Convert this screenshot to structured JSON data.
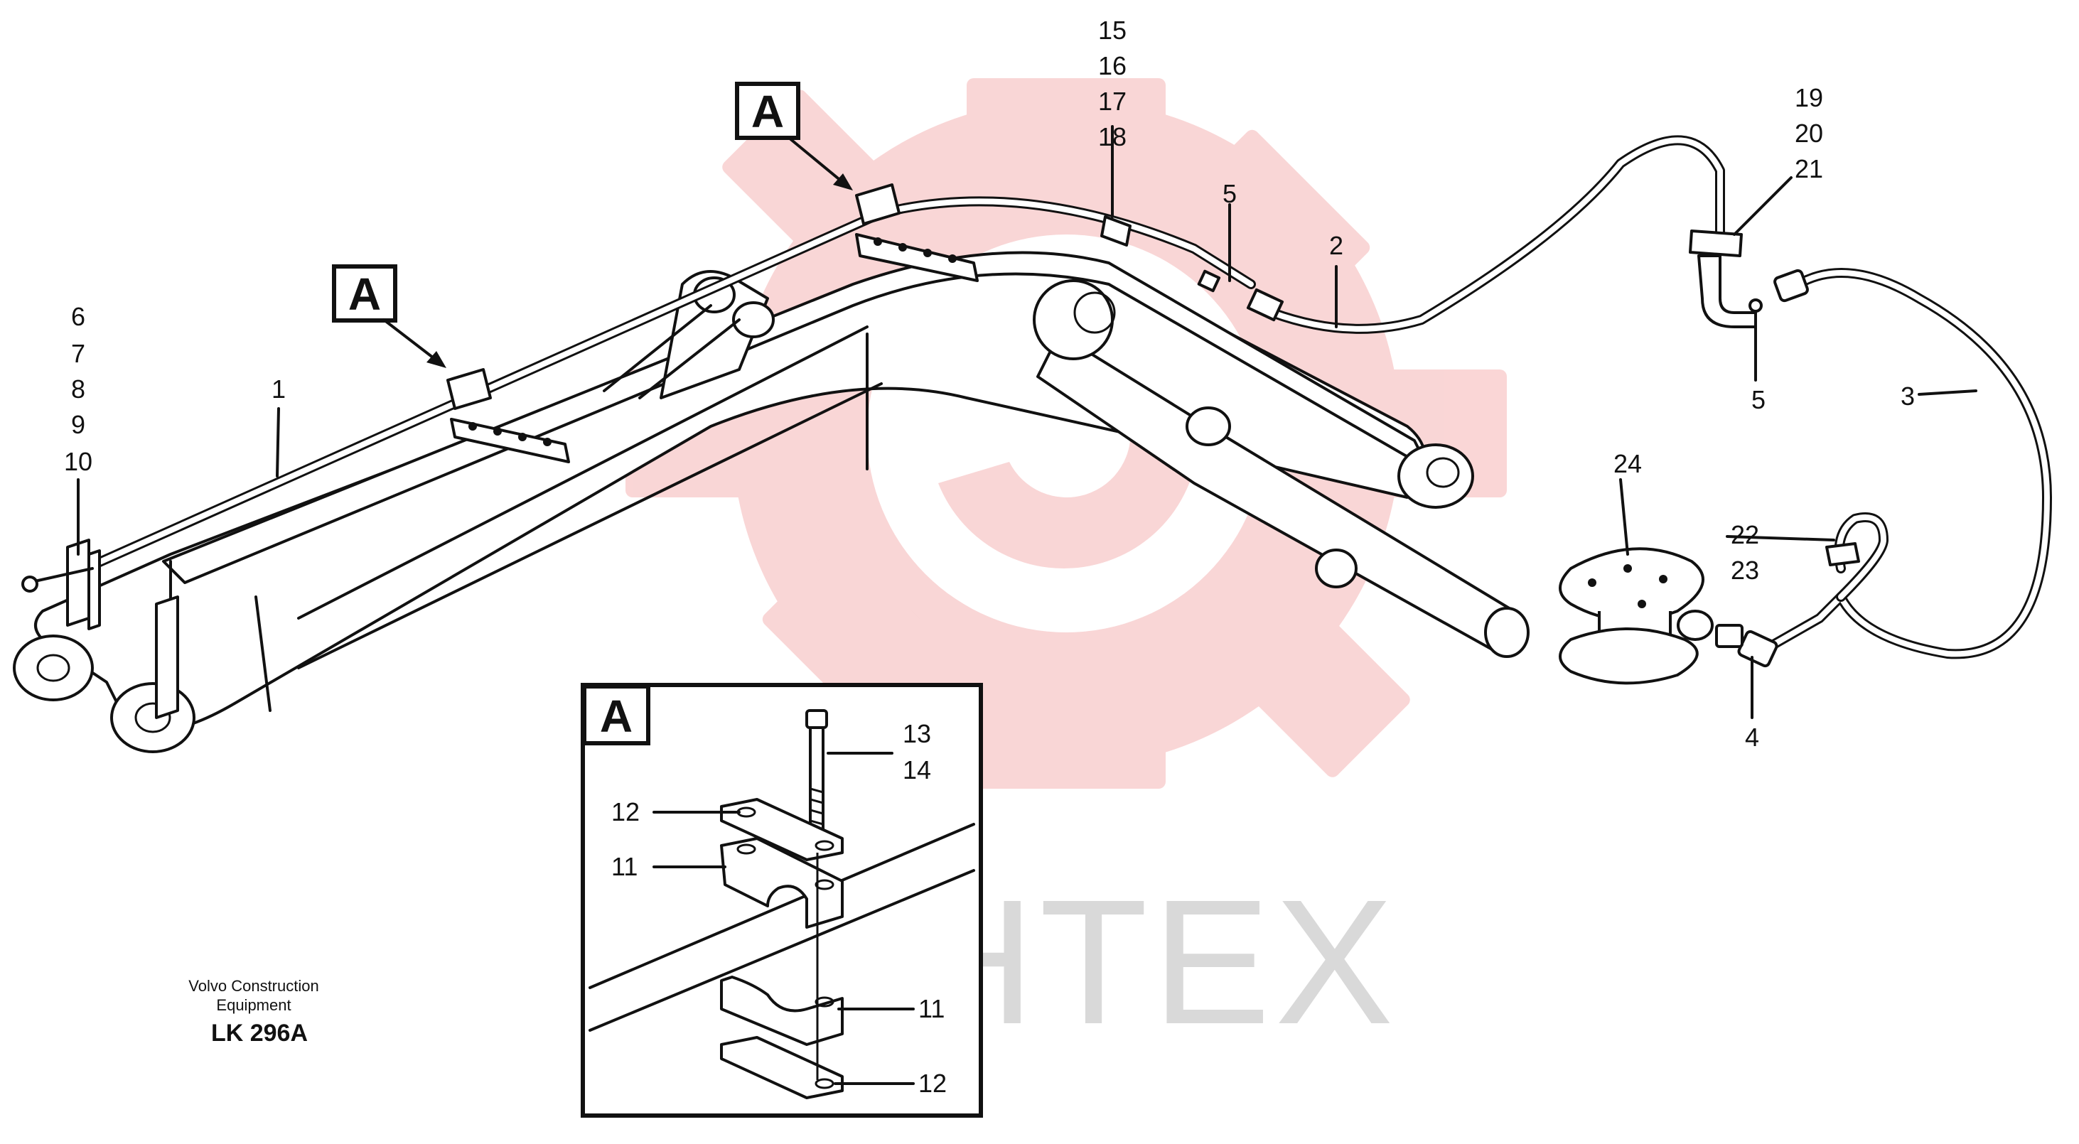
{
  "watermark": {
    "text": "ИНТЕХ",
    "gear_color": "#f5b5b5"
  },
  "caption": {
    "company_line1": "Volvo Construction",
    "company_line2": "Equipment",
    "code": "LK 296A"
  },
  "detail_view": {
    "letter": "A"
  },
  "view_markers": [
    {
      "letter": "A"
    },
    {
      "letter": "A"
    }
  ],
  "part_labels": {
    "p1": "1",
    "p2": "2",
    "p3": "3",
    "p4": "4",
    "p5a": "5",
    "p5b": "5",
    "p6": "6",
    "p7": "7",
    "p8": "8",
    "p9": "9",
    "p10": "10",
    "p11a": "11",
    "p11b": "11",
    "p12a": "12",
    "p12b": "12",
    "p13": "13",
    "p14": "14",
    "p15": "15",
    "p16": "16",
    "p17": "17",
    "p18": "18",
    "p19": "19",
    "p20": "20",
    "p21": "21",
    "p22": "22",
    "p23": "23",
    "p24": "24"
  }
}
